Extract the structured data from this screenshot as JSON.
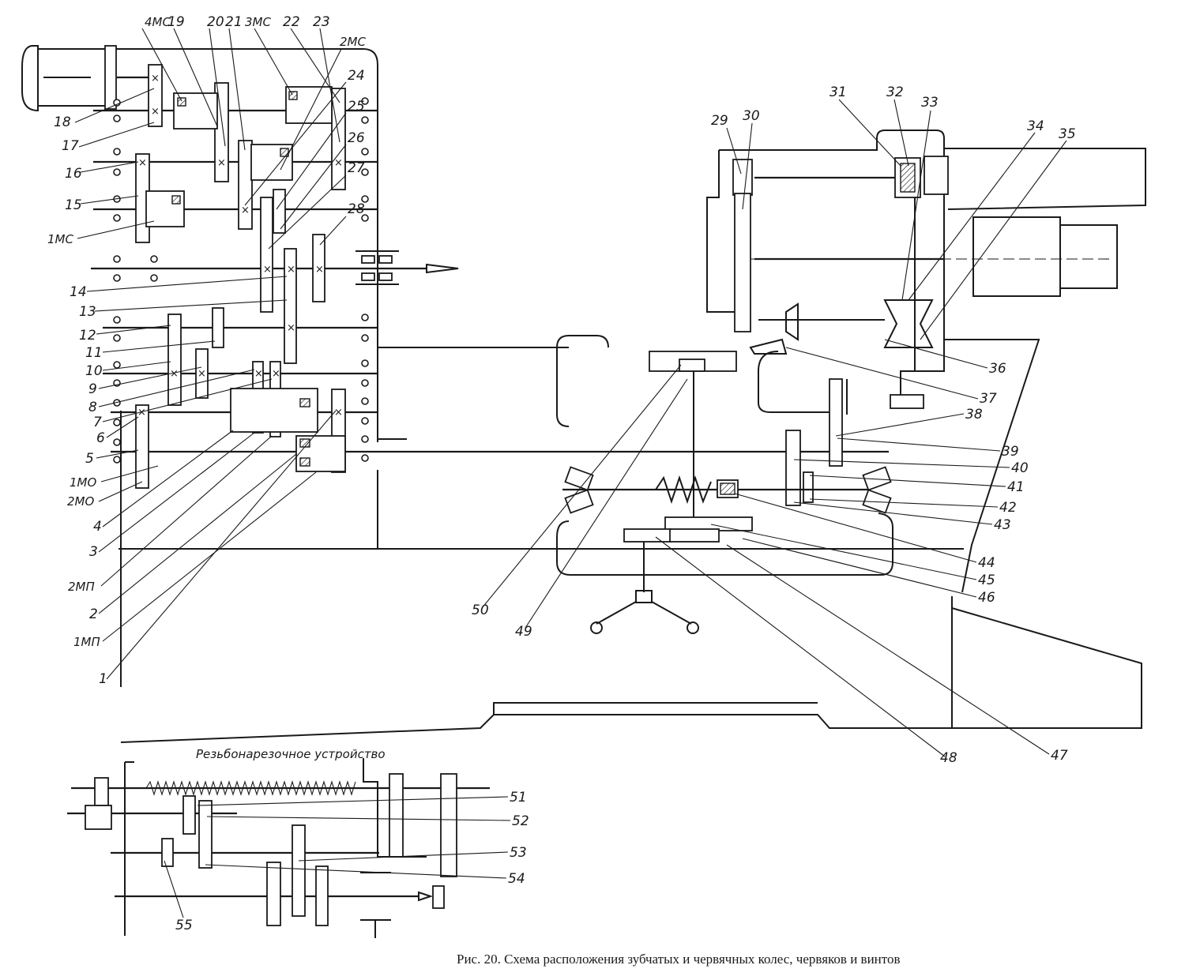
{
  "figure": {
    "caption": "Рис. 20. Схема расположения зубчатых и червячных колес, червяков и винтов",
    "inset_title": "Резьбонарезочное устройство"
  },
  "labels": {
    "headstock": [
      "4МС",
      "19",
      "20",
      "21",
      "3МС",
      "22",
      "23",
      "2МС",
      "24",
      "25",
      "26",
      "27",
      "28",
      "18",
      "17",
      "16",
      "15",
      "1МС",
      "14",
      "13",
      "12",
      "11",
      "10",
      "9",
      "8",
      "7",
      "6",
      "5",
      "1МО",
      "2МО",
      "4",
      "3",
      "2МП",
      "2",
      "1МП",
      "1"
    ],
    "apron": [
      "29",
      "30",
      "31",
      "32",
      "33",
      "34",
      "35",
      "36",
      "37",
      "38",
      "39",
      "40",
      "41",
      "42",
      "43",
      "44",
      "45",
      "46",
      "47",
      "48",
      "49",
      "50"
    ],
    "threading": [
      "51",
      "52",
      "53",
      "54",
      "55"
    ]
  },
  "colors": {
    "ink": "#1a1a1a",
    "paper": "#ffffff"
  }
}
